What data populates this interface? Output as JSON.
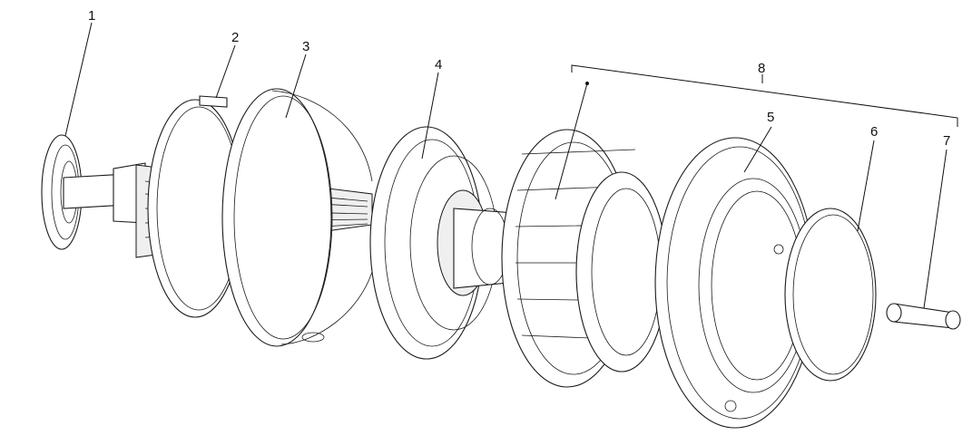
{
  "diagram": {
    "callouts": [
      {
        "id": "1",
        "label": "1"
      },
      {
        "id": "2",
        "label": "2"
      },
      {
        "id": "3",
        "label": "3"
      },
      {
        "id": "4",
        "label": "4"
      },
      {
        "id": "5",
        "label": "5"
      },
      {
        "id": "6",
        "label": "6"
      },
      {
        "id": "7",
        "label": "7"
      },
      {
        "id": "8",
        "label": "8"
      }
    ],
    "colors": {
      "line": "#1a1a1a",
      "background": "#ffffff",
      "shade": "#efefef"
    }
  }
}
